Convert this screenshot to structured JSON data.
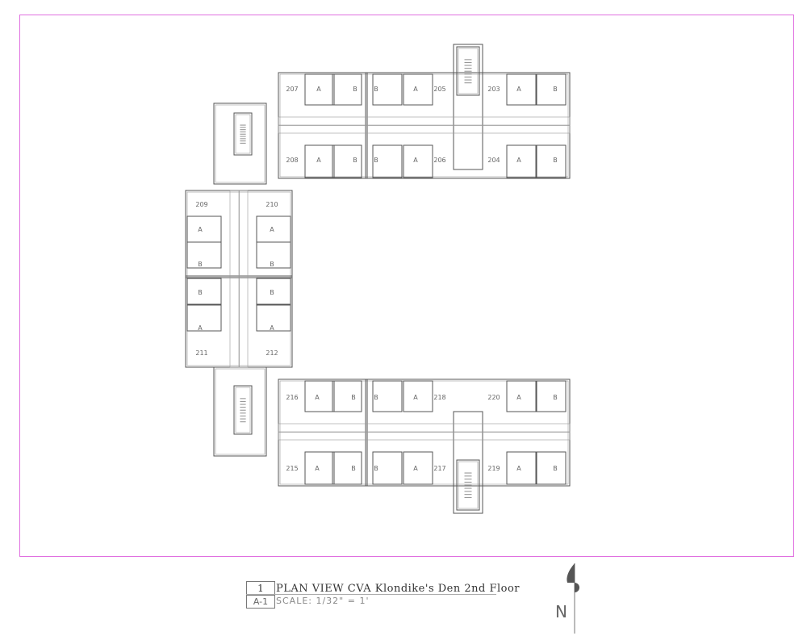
{
  "drawing": {
    "title": "PLAN VIEW CVA Klondike's Den 2nd Floor",
    "scale": "SCALE: 1/32\" = 1'",
    "detail_number": "1",
    "sheet_number": "A-1",
    "north_arrow_label": "N",
    "border_color": "#e070e0"
  },
  "suites": [
    {
      "number": "207",
      "bedrooms": [
        "A",
        "B"
      ]
    },
    {
      "number": "208",
      "bedrooms": [
        "A",
        "B"
      ]
    },
    {
      "number": "205",
      "bedrooms": [
        "B",
        "A"
      ]
    },
    {
      "number": "206",
      "bedrooms": [
        "B",
        "A"
      ]
    },
    {
      "number": "203",
      "bedrooms": [
        "A",
        "B"
      ]
    },
    {
      "number": "204",
      "bedrooms": [
        "A",
        "B"
      ]
    },
    {
      "number": "209",
      "bedrooms": [
        "A",
        "B"
      ]
    },
    {
      "number": "210",
      "bedrooms": [
        "A",
        "B"
      ]
    },
    {
      "number": "211",
      "bedrooms": [
        "B",
        "A"
      ]
    },
    {
      "number": "212",
      "bedrooms": [
        "B",
        "A"
      ]
    },
    {
      "number": "216",
      "bedrooms": [
        "A",
        "B"
      ]
    },
    {
      "number": "215",
      "bedrooms": [
        "A",
        "B"
      ]
    },
    {
      "number": "218",
      "bedrooms": [
        "B",
        "A"
      ]
    },
    {
      "number": "217",
      "bedrooms": [
        "B",
        "A"
      ]
    },
    {
      "number": "220",
      "bedrooms": [
        "A",
        "B"
      ]
    },
    {
      "number": "219",
      "bedrooms": [
        "A",
        "B"
      ]
    }
  ]
}
